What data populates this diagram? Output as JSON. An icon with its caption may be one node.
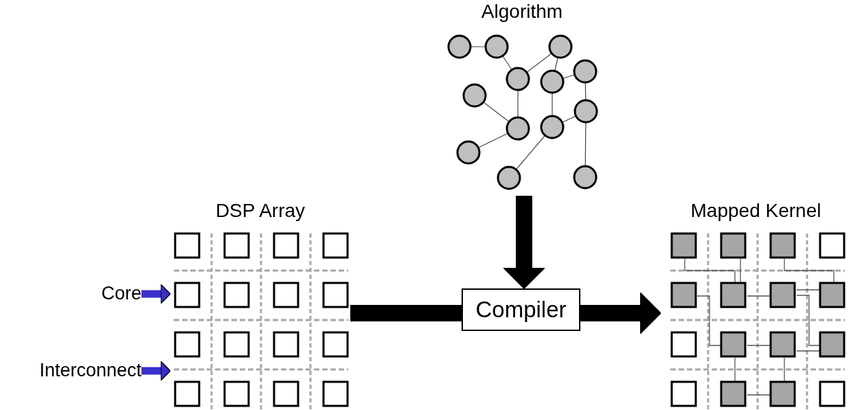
{
  "diagram": {
    "nodes": [
      {
        "text": [
          "Algorithm"
        ]
      },
      {
        "text": [
          "DSP Array"
        ]
      },
      {
        "text": [
          "Compiler"
        ]
      },
      {
        "text": [
          "Mapped Kernel"
        ]
      },
      {
        "text": [
          "Core"
        ]
      },
      {
        "text": [
          "Interconnect"
        ]
      }
    ],
    "edges": [
      {
        "from": 0,
        "to": 2,
        "arrow": "to"
      },
      {
        "from": 1,
        "to": 2,
        "arrow": "none"
      },
      {
        "from": 2,
        "to": 3,
        "arrow": "to"
      },
      {
        "from": 4,
        "to": 1,
        "arrow": "to",
        "color": "#3a30cc"
      },
      {
        "from": 5,
        "to": 1,
        "arrow": "to",
        "color": "#3a30cc"
      }
    ]
  }
}
